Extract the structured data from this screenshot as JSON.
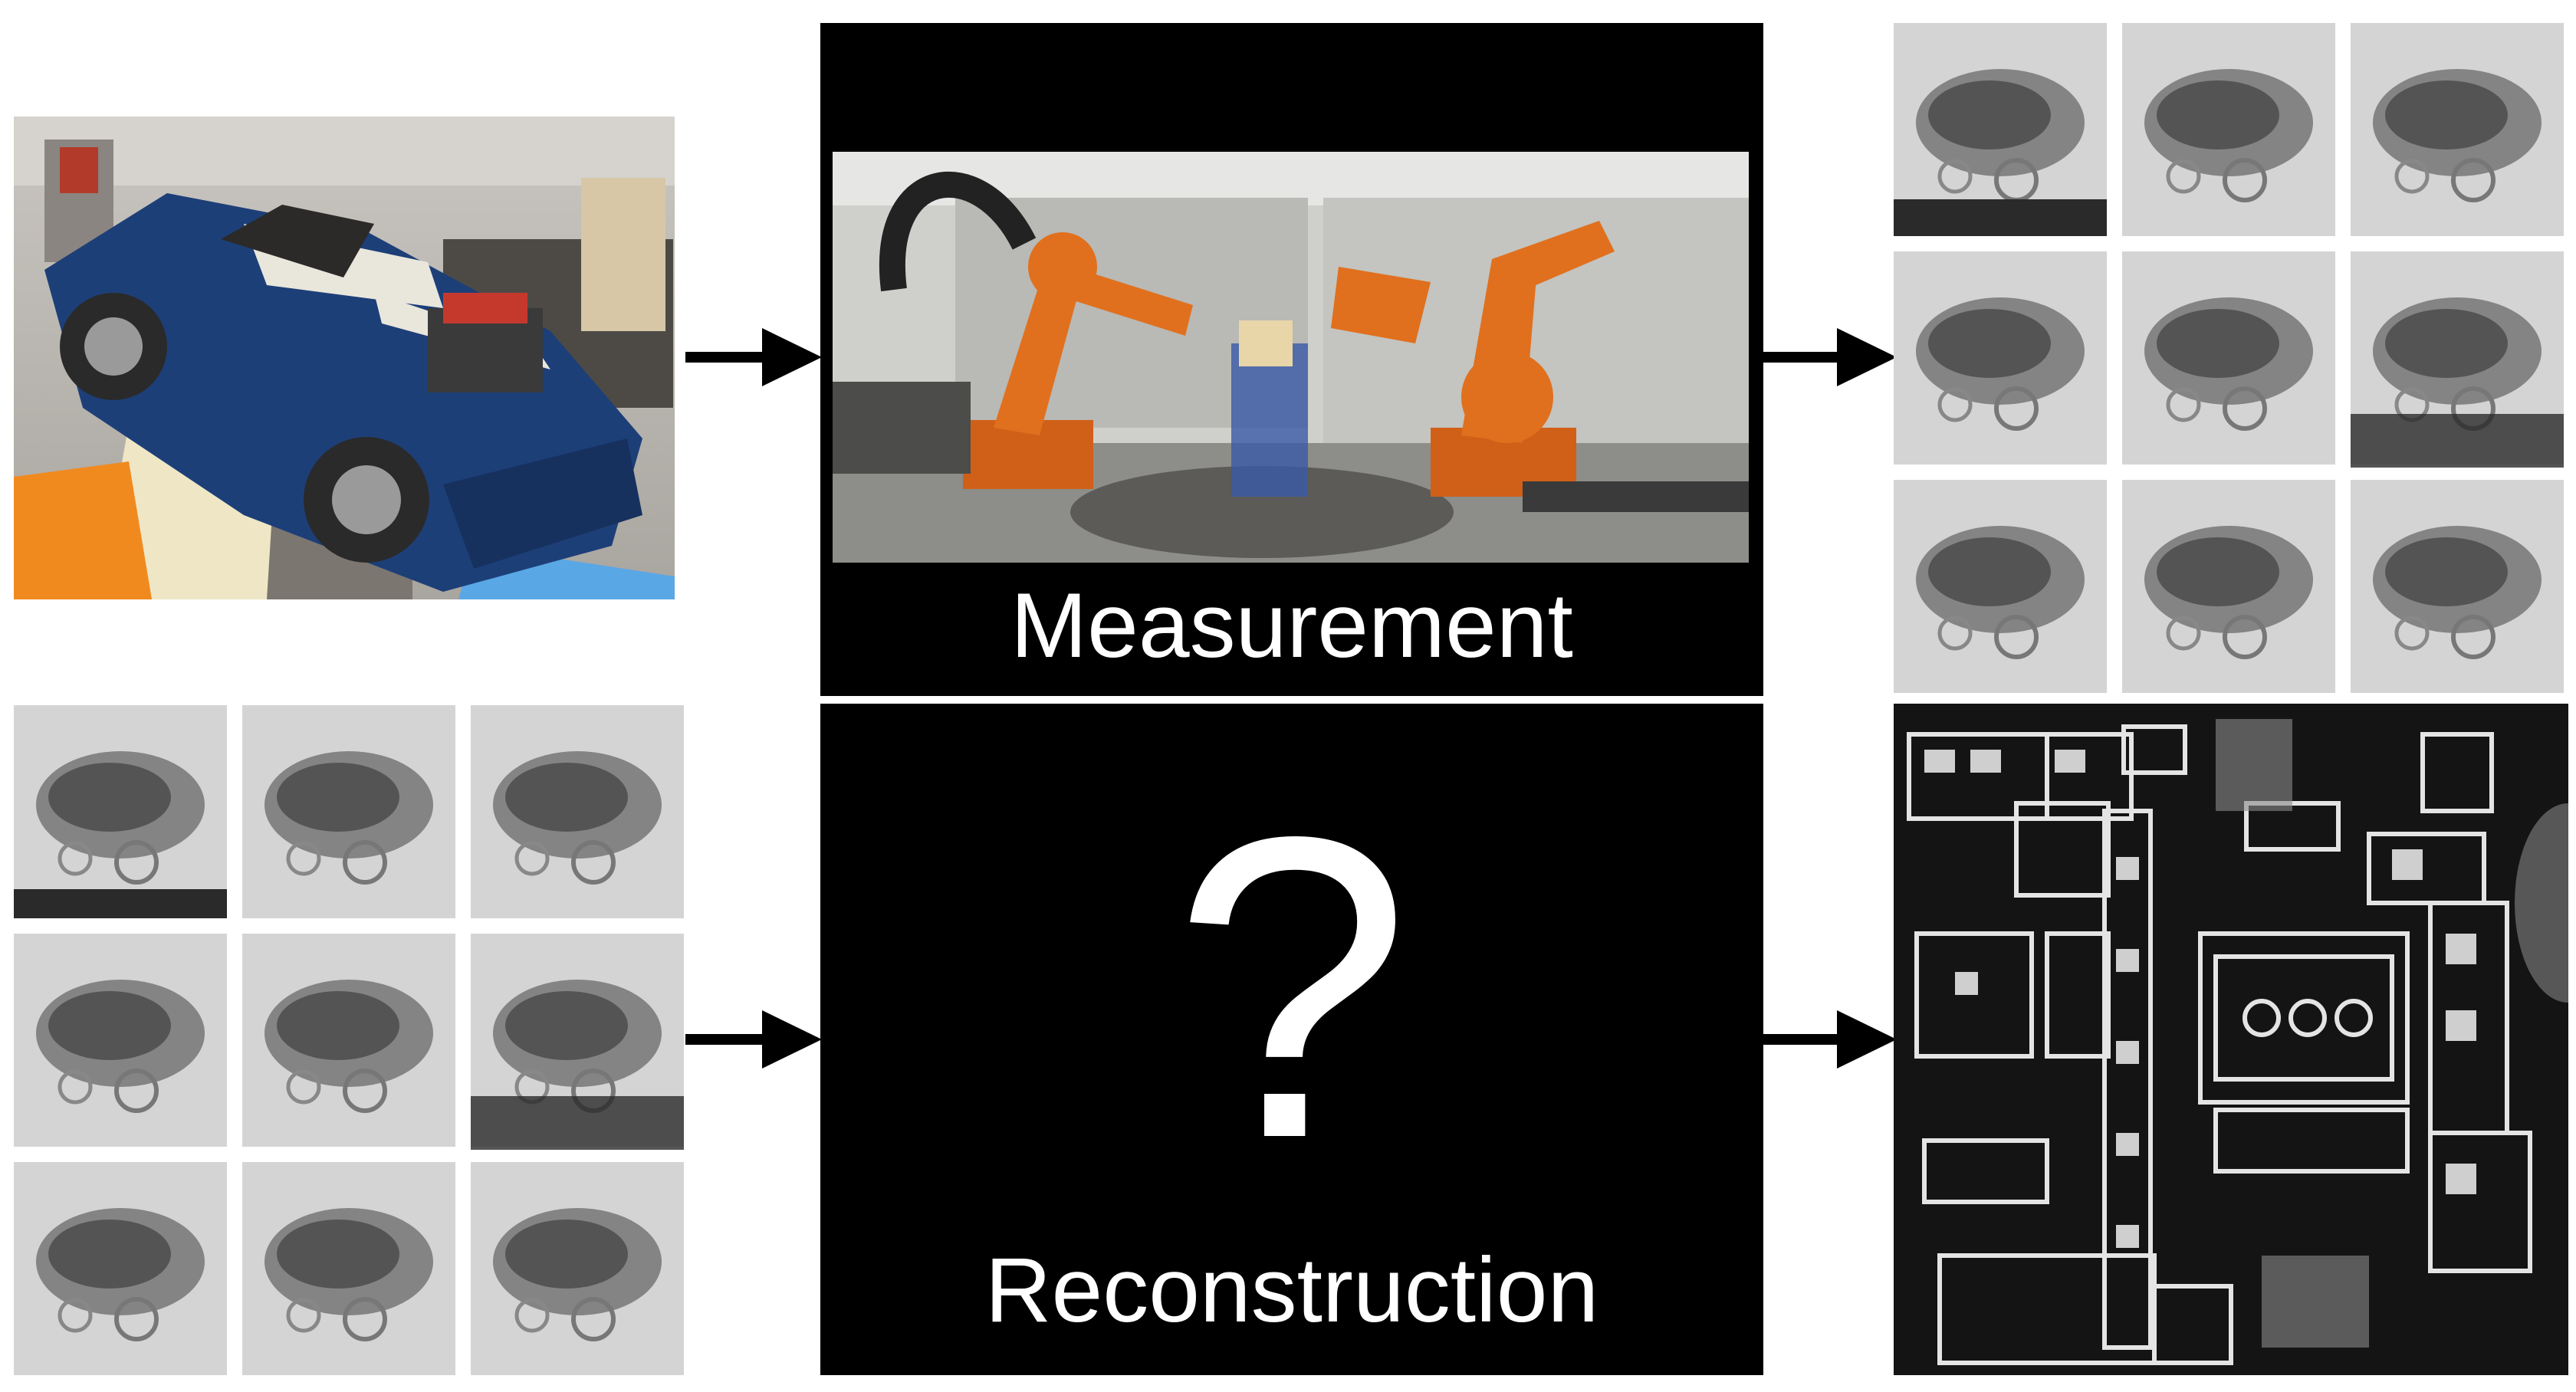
{
  "measurement": {
    "label": "Measurement"
  },
  "reconstruction": {
    "label": "Reconstruction",
    "symbol": "?"
  },
  "photo": {
    "description_icon": "lego-car-photo"
  },
  "lab": {
    "description_icon": "robot-lab-photo"
  },
  "projections": {
    "count": 9
  },
  "colors": {
    "box": "#000000",
    "arrow": "#000000",
    "car_blue": "#1d3f78",
    "robot_orange": "#e0701e",
    "xray_bg": "#d8d8d8",
    "ct_bg": "#141414"
  }
}
